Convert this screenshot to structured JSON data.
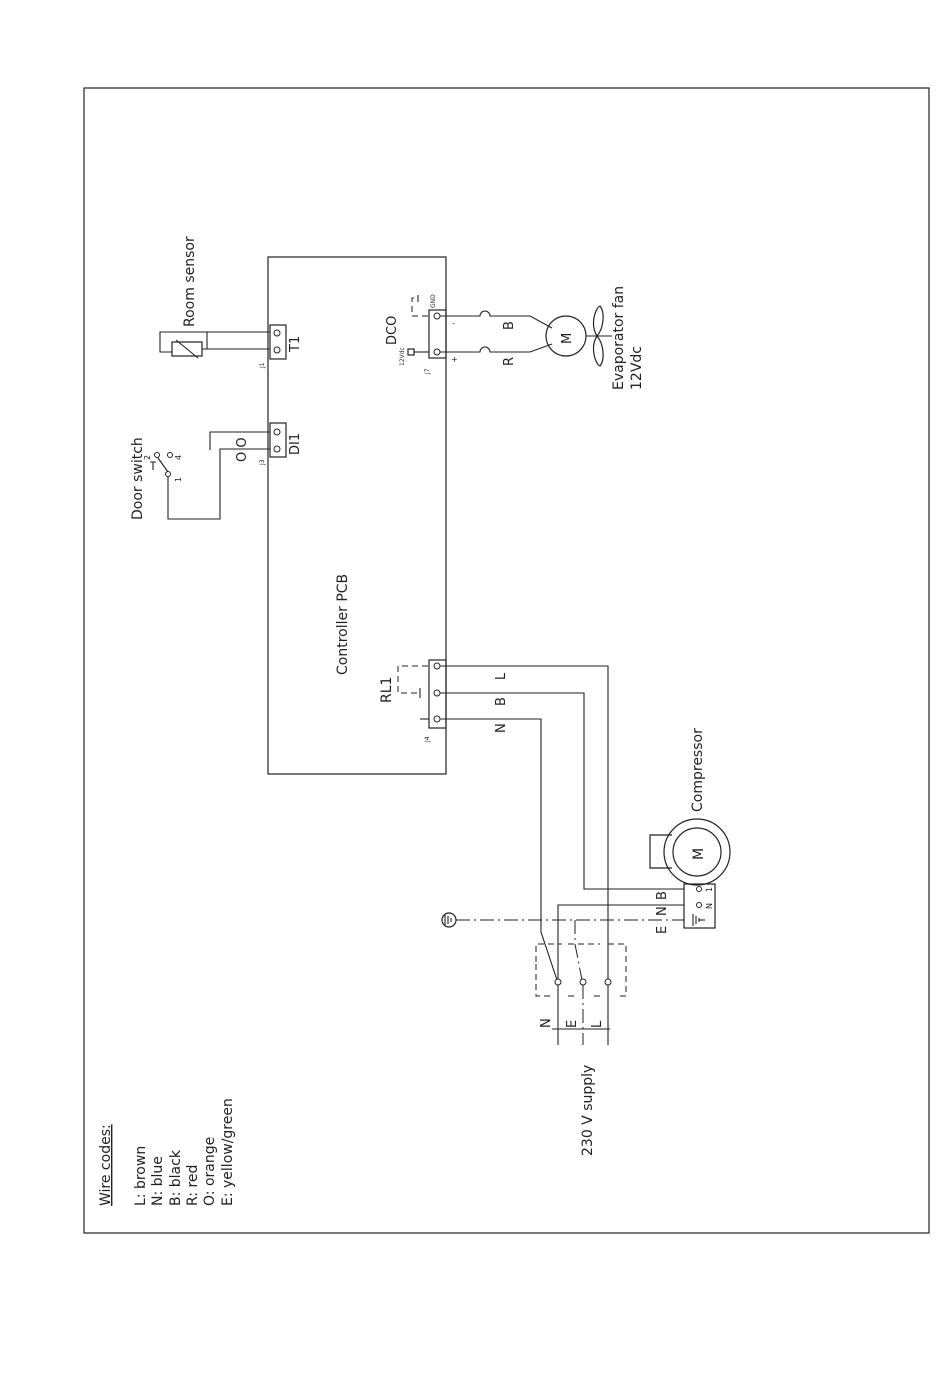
{
  "pcb": {
    "label": "Controller PCB"
  },
  "room_sensor": {
    "label": "Room sensor",
    "terminal": "T1",
    "connector": "J1"
  },
  "door_switch": {
    "label": "Door switch",
    "terminal": "DI1",
    "connector": "J3",
    "wires": "O O",
    "pins": [
      "1",
      "2",
      "4"
    ]
  },
  "dco": {
    "label": "DCO",
    "voltage": "12Vdc",
    "connector": "J7",
    "gnd": "GND",
    "wire_b": "B",
    "wire_r": "R"
  },
  "evaporator_fan": {
    "label": "Evaporator fan",
    "voltage": "12Vdc",
    "motor": "M"
  },
  "relay": {
    "terminal": "RL1",
    "connector": "J4",
    "wires": [
      "L",
      "B",
      "N"
    ]
  },
  "compressor": {
    "label": "Compressor",
    "motor": "M",
    "wires": [
      "B",
      "N",
      "E"
    ],
    "terminals": [
      "1",
      "N"
    ]
  },
  "supply": {
    "label": "230 V supply",
    "lines": [
      "N",
      "E",
      "L"
    ]
  },
  "wire_codes": {
    "title": "Wire codes:",
    "items": [
      "L: brown",
      "N: blue",
      "B: black",
      "R: red",
      "O: orange",
      "E: yellow/green"
    ]
  }
}
